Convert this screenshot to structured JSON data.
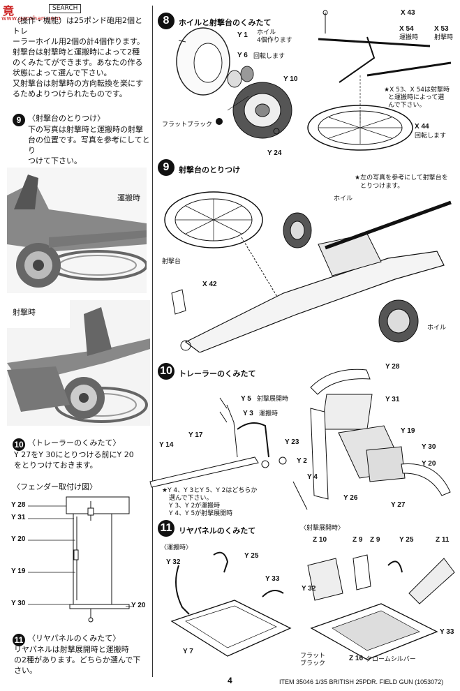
{
  "header": {
    "watermark_brand": "竟",
    "watermark_site": "www.gaoshan.com",
    "search_tag": "SEARCH"
  },
  "left": {
    "intro_lines": [
      "（操作・機能）は25ポンド砲用2個とトレ",
      "ーラーホイル用2個の計4個作ります。",
      "射撃台は射撃時と運搬時によって2種",
      "のくみたてができます。あなたの作る",
      "状態によって選んで下さい。",
      "又射撃台は射撃時の方向転換を楽にす",
      "るためよりつけられたものです。"
    ],
    "step9": {
      "num": "9",
      "title": "〈射撃台のとりつけ〉",
      "lines": [
        "下の写真は射撃時と運搬時の射撃",
        "台の位置です。写真を参考にしてとり",
        "つけて下さい。"
      ]
    },
    "photo1_label": "運搬時",
    "photo2_label": "射撃時",
    "step10": {
      "num": "10",
      "title": "〈トレーラーのくみたて〉",
      "lines": [
        "Y 27をY 30にとりつける前にY 20",
        "をとりつけておきます。"
      ]
    },
    "fender": {
      "title": "〈フェンダー取付け図〉",
      "labels": [
        "Y 28",
        "Y 31",
        "Y 20",
        "Y 19",
        "Y 30",
        "Y 20"
      ]
    },
    "step11": {
      "num": "11",
      "title": "〈リヤパネルのくみたて〉",
      "lines": [
        "リヤパネルは射撃展開時と運搬時",
        "の2種があります。どちらか選んで下",
        "さい。"
      ]
    }
  },
  "right": {
    "step8": {
      "num": "8",
      "title": "ホイルと射撃台のくみたて",
      "parts": [
        "Y 1",
        "Y 6",
        "Y 10",
        "Y 24",
        "X 43",
        "X 54",
        "X 53",
        "X 44"
      ],
      "notes": {
        "hoiru": "ホイル",
        "hoiru_count": "4個作ります",
        "kaiten": "回転します",
        "kaiten2": "回転します",
        "flat_black": "フラットブラック",
        "unpanji": "運搬時",
        "shagekiji": "射撃時",
        "x_note1": "★X 53、X 54は射撃時",
        "x_note2": "と運搬時によって選",
        "x_note3": "んで下さい。"
      }
    },
    "step9": {
      "num": "9",
      "title": "射撃台のとりつけ",
      "note": "★左の写真を参考にして射撃台を",
      "note2": "とりつけます。",
      "parts": [
        "X 42"
      ],
      "labels": [
        "ホイル",
        "射撃台",
        "ホイル"
      ]
    },
    "step10": {
      "num": "10",
      "title": "トレーラーのくみたて",
      "parts": [
        "Y 28",
        "Y 31",
        "Y 19",
        "Y 30",
        "Y 20",
        "Y 26",
        "Y 27",
        "Y 5",
        "Y 3",
        "Y 17",
        "Y 14",
        "Y 23",
        "Y 2",
        "Y 4"
      ],
      "y5_note": "射撃展開時",
      "y3_note": "運搬時",
      "note_lines": [
        "★Y 4、Y 3とY 5、Y 2はどちらか",
        "選んで下さい。",
        "Y 3、Y 2が運搬時",
        "Y 4、Y 5が射撃展開時"
      ]
    },
    "step11": {
      "num": "11",
      "title": "リヤパネルのくみたて",
      "transport": "〈運搬時〉",
      "deploy": "〈射撃展開時〉",
      "parts_left": [
        "Y 32",
        "Y 25",
        "Y 33",
        "Y 7"
      ],
      "parts_right": [
        "Z 10",
        "Z 9",
        "Z 9",
        "Y 25",
        "Z 11",
        "Y 32",
        "Y 33",
        "Z 16"
      ],
      "flat_black_1": "フラット",
      "flat_black_2": "ブラック",
      "chrome": "クロームシルバー"
    }
  },
  "footer": {
    "page": "4",
    "item": "ITEM 35046  1/35 BRITISH 25PDR. FIELD GUN (1053072)"
  }
}
